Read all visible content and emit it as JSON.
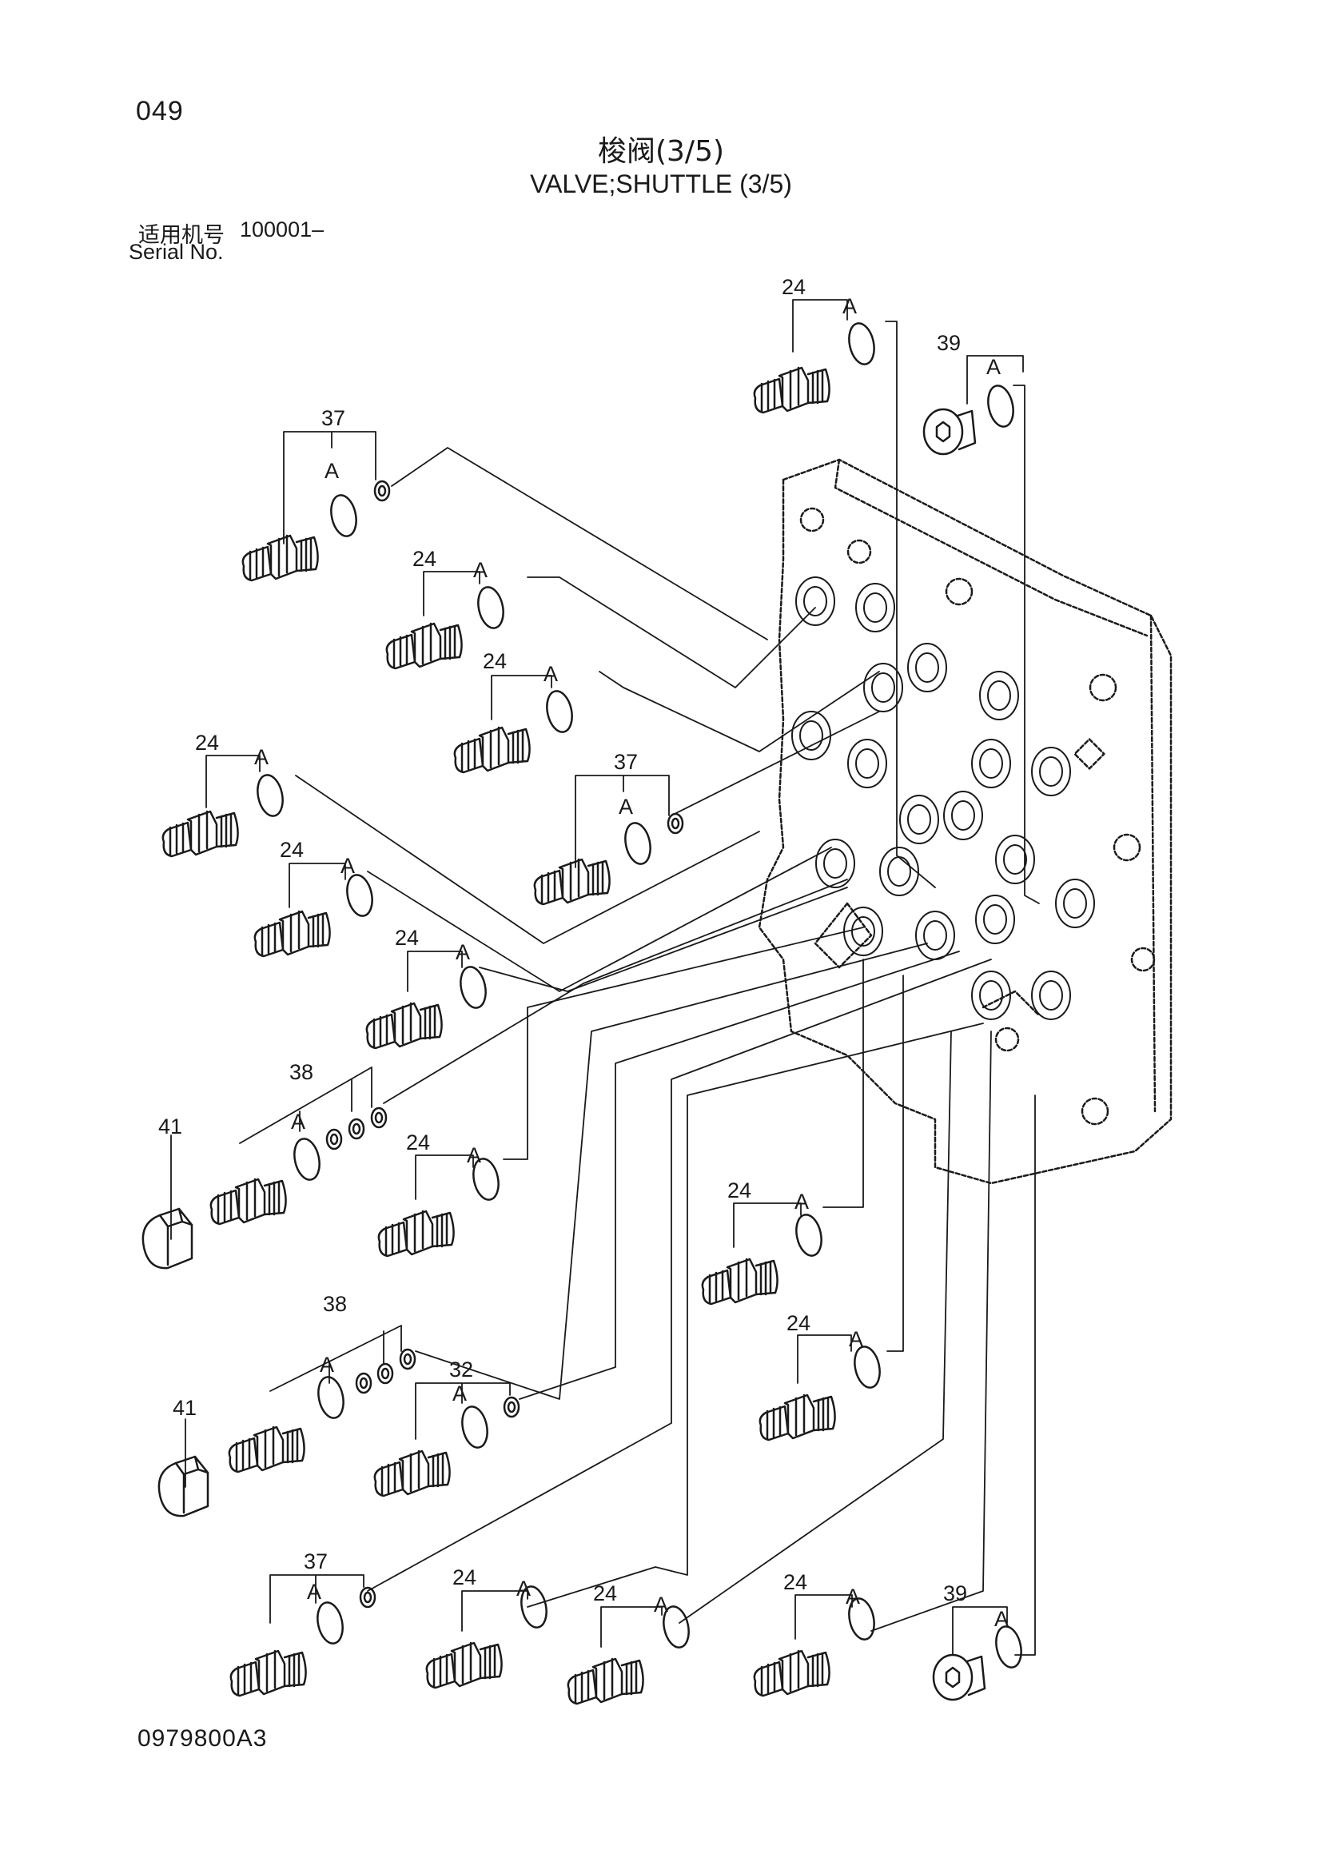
{
  "page_number": "049",
  "title_cn": "梭阀(3/5)",
  "title_en": "VALVE;SHUTTLE (3/5)",
  "serial": {
    "label_cn": "适用机号",
    "label_en": "Serial No.",
    "value": "100001–"
  },
  "drawing_code": "0979800A3",
  "callouts": [
    {
      "part": "24",
      "seal": "A"
    },
    {
      "part": "39",
      "seal": "A"
    },
    {
      "part": "37",
      "seal": "A"
    },
    {
      "part": "24",
      "seal": "A"
    },
    {
      "part": "24",
      "seal": "A"
    },
    {
      "part": "24",
      "seal": "A"
    },
    {
      "part": "37",
      "seal": "A"
    },
    {
      "part": "24",
      "seal": "A"
    },
    {
      "part": "24",
      "seal": "A"
    },
    {
      "part": "38",
      "seal": "A"
    },
    {
      "part": "41",
      "seal": ""
    },
    {
      "part": "24",
      "seal": "A"
    },
    {
      "part": "24",
      "seal": "A"
    },
    {
      "part": "24",
      "seal": "A"
    },
    {
      "part": "38",
      "seal": "A"
    },
    {
      "part": "32",
      "seal": "A"
    },
    {
      "part": "41",
      "seal": ""
    },
    {
      "part": "37",
      "seal": "A"
    },
    {
      "part": "24",
      "seal": "A"
    },
    {
      "part": "24",
      "seal": "A"
    },
    {
      "part": "24",
      "seal": "A"
    },
    {
      "part": "39",
      "seal": "A"
    }
  ],
  "colors": {
    "ink": "#1a1a1a",
    "paper": "#ffffff"
  }
}
